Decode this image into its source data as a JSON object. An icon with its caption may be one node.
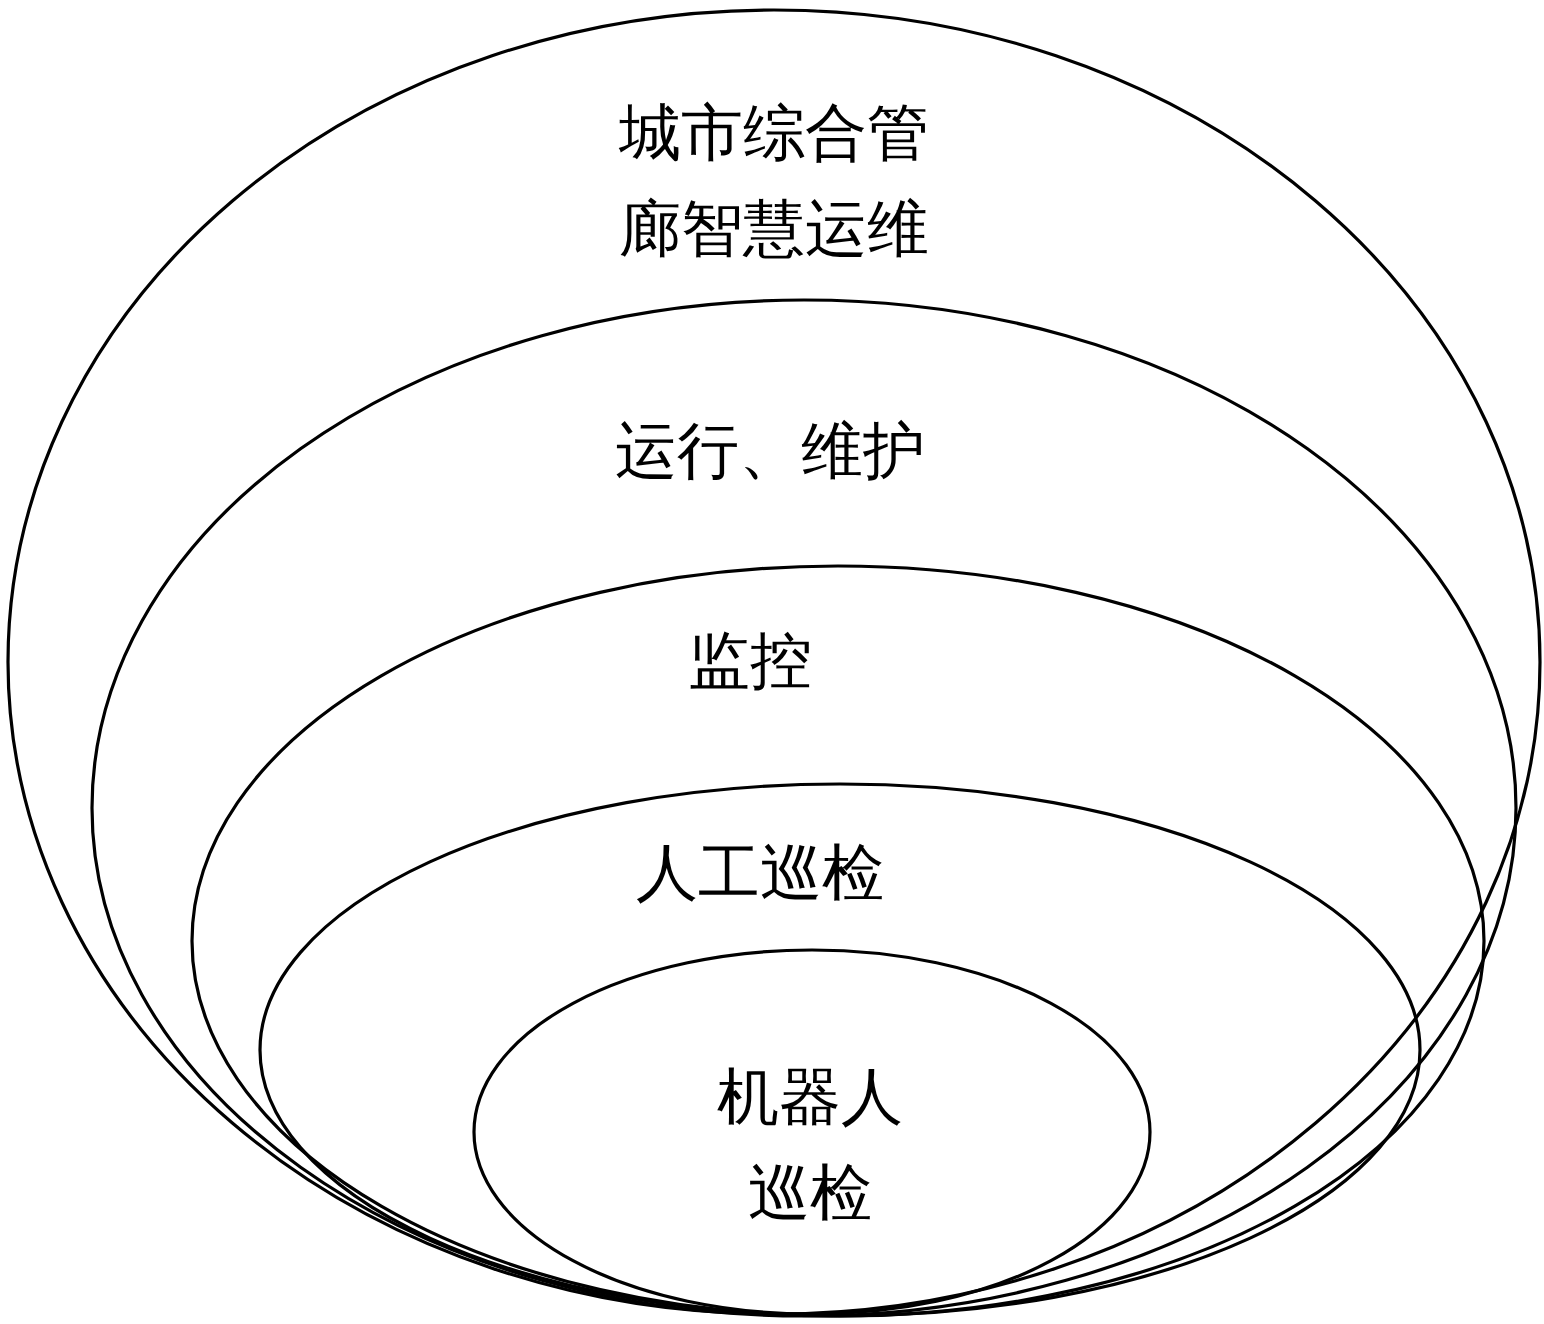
{
  "diagram": {
    "nodes": [
      {
        "text": [
          "城市综合管廊智慧运维"
        ]
      },
      {
        "text": [
          "运行、维护"
        ],
        "in": 0
      },
      {
        "text": [
          "监控"
        ],
        "in": 1
      },
      {
        "text": [
          "人工巡检"
        ],
        "in": 2
      },
      {
        "text": [
          "机器人巡检"
        ],
        "in": 3
      }
    ]
  }
}
